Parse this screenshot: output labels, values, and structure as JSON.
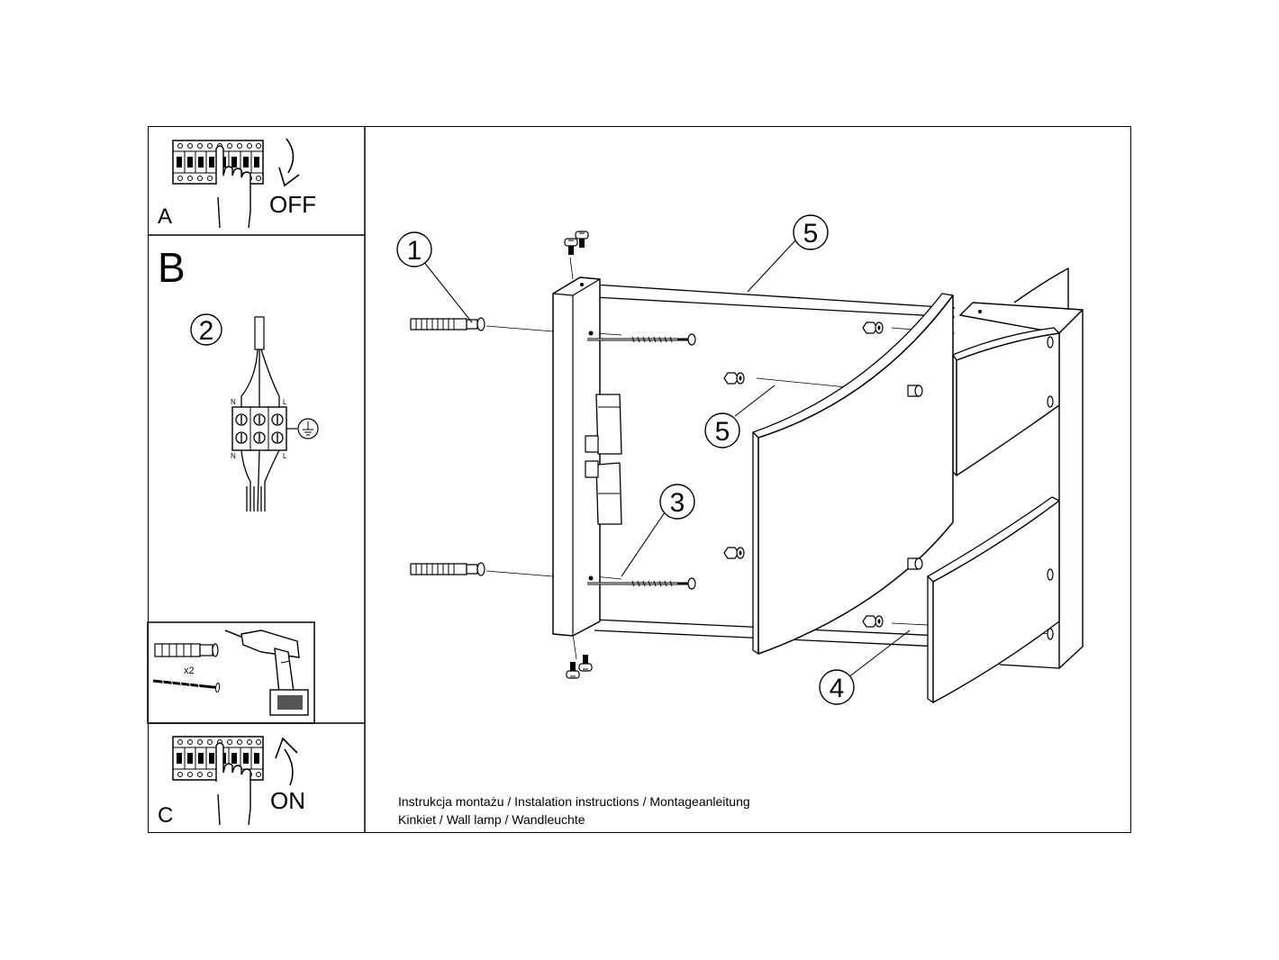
{
  "panels": {
    "a": {
      "letter": "A",
      "switch_label": "OFF"
    },
    "b": {
      "letter": "B"
    },
    "c": {
      "letter": "C",
      "switch_label": "ON"
    }
  },
  "tools": {
    "anchor_quantity": "x2"
  },
  "wiring": {
    "neutral": "N",
    "live": "L"
  },
  "callouts": {
    "c1": "1",
    "c2": "2",
    "c3": "3",
    "c4": "4",
    "c5a": "5",
    "c5b": "5"
  },
  "footer": {
    "line1": "Instrukcja montażu / Instalation instructions / Montageanleitung",
    "line2": "Kinkiet / Wall lamp / Wandleuchte"
  },
  "colors": {
    "line": "#000000",
    "paper": "#ffffff",
    "shade": "#d9d9d9"
  },
  "icons": [
    "breaker-box-icon",
    "hand-icon",
    "curved-arrow-down-icon",
    "curved-arrow-up-icon",
    "drill-icon",
    "wall-plug-icon",
    "screw-icon",
    "terminal-block-icon",
    "ground-symbol-icon"
  ]
}
